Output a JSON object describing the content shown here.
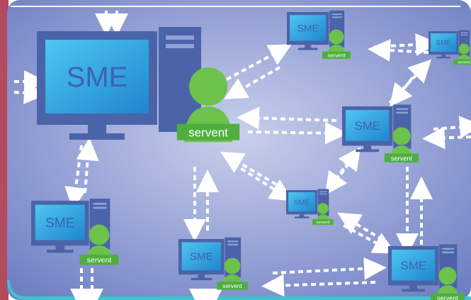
{
  "diagram": {
    "node_label": "SME",
    "user_label": "servent",
    "colors": {
      "background_center": "#c9d0ec",
      "background_edge": "#6f7fc4",
      "frame_left": "#b34a5e",
      "frame_bottom": "#3fc3cf",
      "monitor_body": "#4b63a8",
      "screen": "#29a3dd",
      "tower": "#4b63a8",
      "user": "#6cc24a",
      "label_bg": "#4fae3f",
      "connector": "#ffffff"
    },
    "nodes": [
      {
        "id": "sme-main",
        "has_servent": false
      },
      {
        "id": "sme-top-center",
        "has_servent": true
      },
      {
        "id": "sme-top-right",
        "has_servent": true
      },
      {
        "id": "sme-mid-right",
        "has_servent": true
      },
      {
        "id": "sme-center-small",
        "has_servent": true
      },
      {
        "id": "sme-bottom-left",
        "has_servent": true
      },
      {
        "id": "sme-bottom-center",
        "has_servent": true
      },
      {
        "id": "sme-bottom-right",
        "has_servent": true
      }
    ],
    "standalone_servent": {
      "id": "servent-central"
    }
  }
}
